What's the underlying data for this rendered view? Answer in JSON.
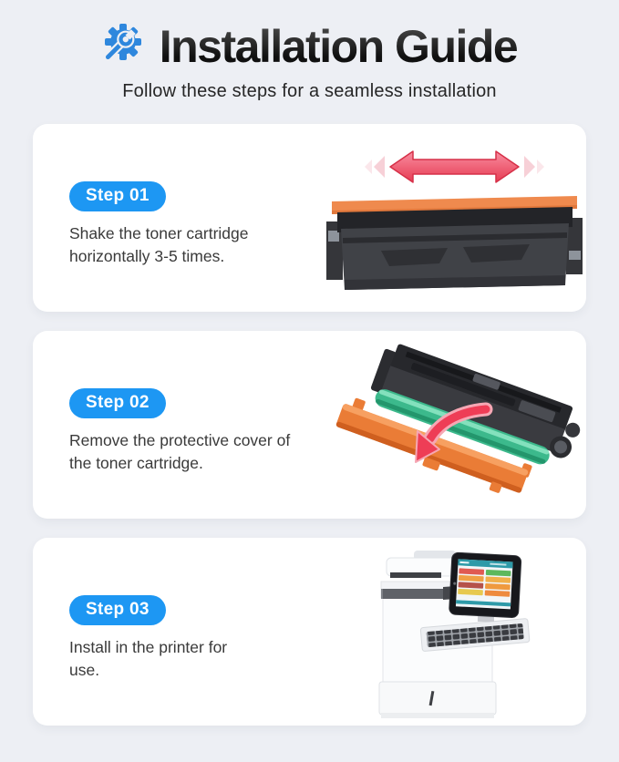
{
  "header": {
    "icon": "gear-wrench-icon",
    "title": "Installation Guide",
    "subtitle": "Follow these steps for a seamless installation"
  },
  "steps": [
    {
      "label": "Step 01",
      "description": "Shake the toner cartridge\nhorizontally 3-5 times.",
      "image": "toner-cartridge-with-shake-arrow"
    },
    {
      "label": "Step 02",
      "description": "Remove the protective cover of\nthe toner cartridge.",
      "image": "toner-cartridge-protective-cover-removal"
    },
    {
      "label": "Step 03",
      "description": "Install in the printer for\nuse.",
      "image": "multifunction-printer"
    }
  ],
  "colors": {
    "page_background": "#edeff4",
    "card_background": "#ffffff",
    "step_pill_blue": "#1d97f3",
    "header_icon_blue": "#2e87dd",
    "title_text": "#1a1a1a",
    "body_text": "#3a3a3a",
    "cartridge_orange": "#ef8a4e",
    "protective_cover_orange": "#ea7c36",
    "shake_arrow_red": "#e63b52",
    "drum_green": "#3cb98c",
    "printer_screen_teal": "#2e9aa8"
  }
}
